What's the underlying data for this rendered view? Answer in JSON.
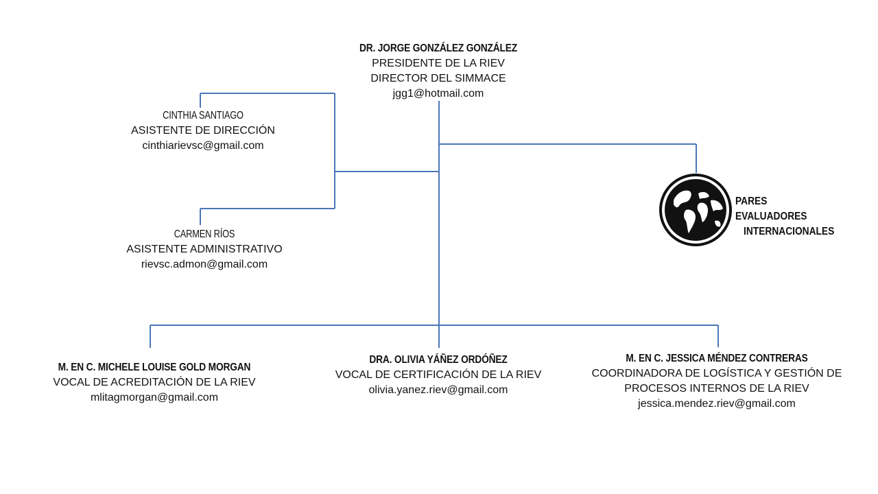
{
  "colors": {
    "line": "#4a76b8",
    "text": "#111111",
    "globe": "#111111"
  },
  "president": {
    "name": "DR. JORGE GONZÁLEZ GONZÁLEZ",
    "role1": "PRESIDENTE DE LA RIEV",
    "role2": "DIRECTOR DEL SIMMACE",
    "email": "jgg1@hotmail.com"
  },
  "assistant1": {
    "name": "CINTHIA SANTIAGO",
    "role": "ASISTENTE DE DIRECCIÓN",
    "email": "cinthiarievsc@gmail.com"
  },
  "assistant2": {
    "name": "CARMEN RÍOS",
    "role": "ASISTENTE ADMINISTRATIVO",
    "email": "rievsc.admon@gmail.com"
  },
  "pares": {
    "icon": "globe-icon",
    "line1": "PARES EVALUADORES",
    "line2": "INTERNACIONALES"
  },
  "vocal1": {
    "name": "M. EN C. MICHELE LOUISE GOLD MORGAN",
    "role": "VOCAL DE ACREDITACIÓN DE LA RIEV",
    "email": "mlitagmorgan@gmail.com"
  },
  "vocal2": {
    "name": "DRA. OLIVIA YÁÑEZ ORDÓÑEZ",
    "role": "VOCAL DE CERTIFICACIÓN DE LA RIEV",
    "email": "olivia.yanez.riev@gmail.com"
  },
  "coordinator": {
    "name": "M. EN C. JESSICA MÉNDEZ CONTRERAS",
    "role1": "COORDINADORA DE LOGÍSTICA Y GESTIÓN DE",
    "role2": "PROCESOS INTERNOS DE LA RIEV",
    "email": "jessica.mendez.riev@gmail.com"
  }
}
